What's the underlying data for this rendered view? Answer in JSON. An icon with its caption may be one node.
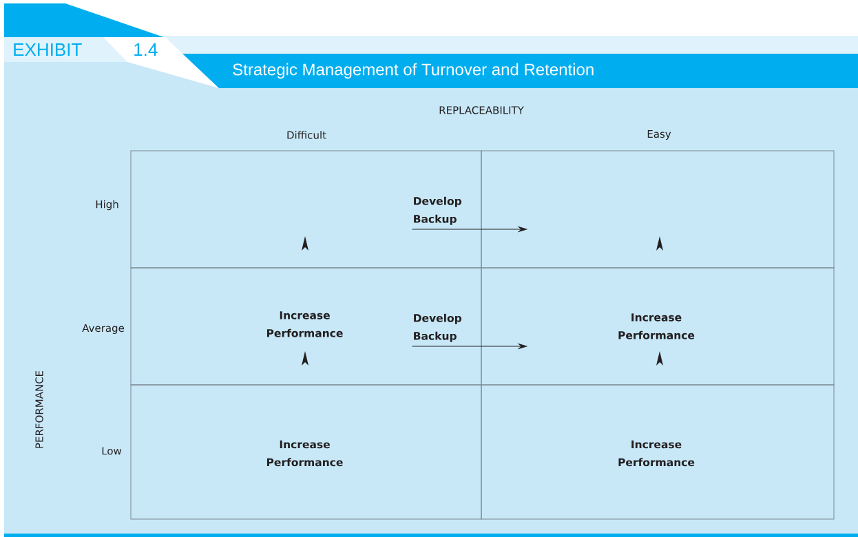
{
  "diagram": {
    "title": "Strategic Management of Turnover and Retention",
    "nodes": [
      {
        "text": [],
        "shape": "box"
      },
      {
        "text": [],
        "shape": "box"
      },
      {
        "text": [
          "Increase Performance"
        ]
      },
      {
        "text": [
          "Increase Performance"
        ]
      },
      {
        "text": [
          "Increase Performance"
        ]
      },
      {
        "text": [
          "Increase Performance"
        ]
      }
    ],
    "edges": [
      {
        "from": 0,
        "to": 1,
        "arrow": "to",
        "label": "Develop Backup"
      },
      {
        "from": 2,
        "to": 3,
        "arrow": "to",
        "label": "Develop Backup"
      }
    ],
    "labels": [
      "EXHIBIT",
      "1.4",
      "REPLACEABILITY",
      "Difficult",
      "Easy",
      "High",
      "Average",
      "Low",
      "PERFORMANCE"
    ]
  }
}
